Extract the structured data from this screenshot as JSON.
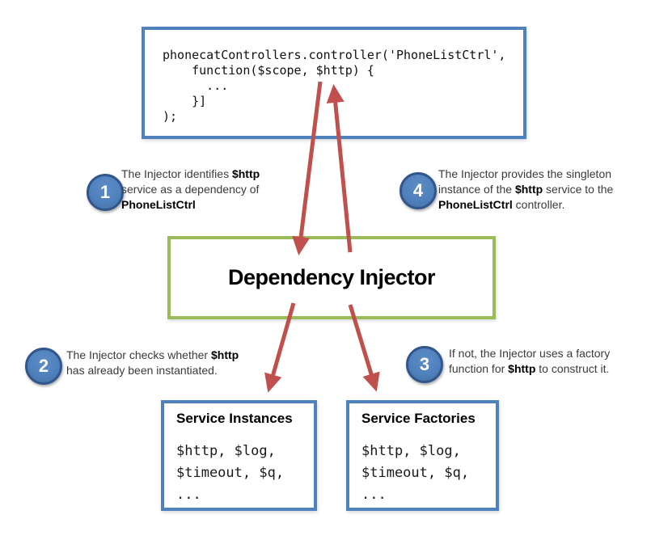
{
  "colors": {
    "box_blue": "#4f81bd",
    "box_green": "#9bbb59",
    "arrow_red": "#c0504d",
    "circle_fill": "#4f81bd",
    "circle_border": "#31568c"
  },
  "code_box": {
    "code": "phonecatControllers.controller('PhoneListCtrl',\n    function($scope, $http) {\n      ...\n    }]\n);"
  },
  "injector_box": {
    "title": "Dependency Injector"
  },
  "service_instances_box": {
    "title": "Service Instances",
    "items": "$http, $log,\n$timeout, $q,\n..."
  },
  "service_factories_box": {
    "title": "Service Factories",
    "items": "$http, $log,\n$timeout, $q,\n..."
  },
  "steps": [
    {
      "number": "1",
      "pre": "The Injector identifies ",
      "code1": "$http",
      "mid": "\nservice as a dependency  of\n",
      "code2": "PhoneListCtrl",
      "post": ""
    },
    {
      "number": "2",
      "pre": "The Injector checks whether ",
      "code1": "$http",
      "mid": "\nhas already been instantiated.",
      "code2": "",
      "post": ""
    },
    {
      "number": "3",
      "pre": "If not, the Injector uses a factory\nfunction for ",
      "code1": "$http",
      "mid": " to construct it.",
      "code2": "",
      "post": ""
    },
    {
      "number": "4",
      "pre": "The Injector provides the singleton\ninstance of the ",
      "code1": "$http",
      "mid": " service to the\n",
      "code2": "PhoneListCtrl",
      "post": " controller."
    }
  ]
}
